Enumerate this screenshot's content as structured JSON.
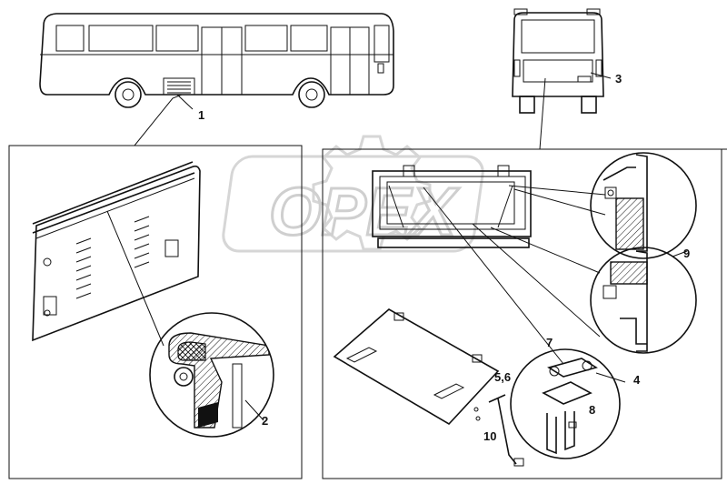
{
  "watermark": "OPEX",
  "callouts": {
    "c1": "1",
    "c2": "2",
    "c3": "3",
    "c4": "4",
    "c56": "5,6",
    "c7": "7",
    "c8": "8",
    "c9": "9",
    "c10": "10"
  }
}
